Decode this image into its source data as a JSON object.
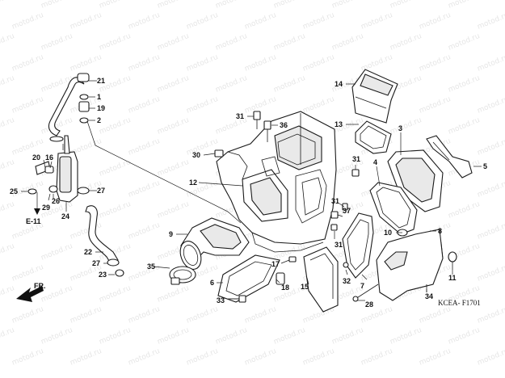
{
  "watermark": "motod.ru",
  "diagram_code": "KCEA- F1701",
  "ref_label": "E-11",
  "direction_label": "FR.",
  "callouts": [
    {
      "n": "1"
    },
    {
      "n": "2"
    },
    {
      "n": "3"
    },
    {
      "n": "4"
    },
    {
      "n": "5"
    },
    {
      "n": "6"
    },
    {
      "n": "7"
    },
    {
      "n": "8"
    },
    {
      "n": "9"
    },
    {
      "n": "10"
    },
    {
      "n": "11"
    },
    {
      "n": "12"
    },
    {
      "n": "13"
    },
    {
      "n": "14"
    },
    {
      "n": "15"
    },
    {
      "n": "16"
    },
    {
      "n": "17"
    },
    {
      "n": "18"
    },
    {
      "n": "19"
    },
    {
      "n": "20"
    },
    {
      "n": "21"
    },
    {
      "n": "22"
    },
    {
      "n": "23"
    },
    {
      "n": "24"
    },
    {
      "n": "25"
    },
    {
      "n": "26"
    },
    {
      "n": "27"
    },
    {
      "n": "27"
    },
    {
      "n": "28"
    },
    {
      "n": "29"
    },
    {
      "n": "30"
    },
    {
      "n": "31"
    },
    {
      "n": "31"
    },
    {
      "n": "31"
    },
    {
      "n": "31"
    },
    {
      "n": "32"
    },
    {
      "n": "33"
    },
    {
      "n": "34"
    },
    {
      "n": "35"
    },
    {
      "n": "36"
    },
    {
      "n": "37"
    }
  ]
}
